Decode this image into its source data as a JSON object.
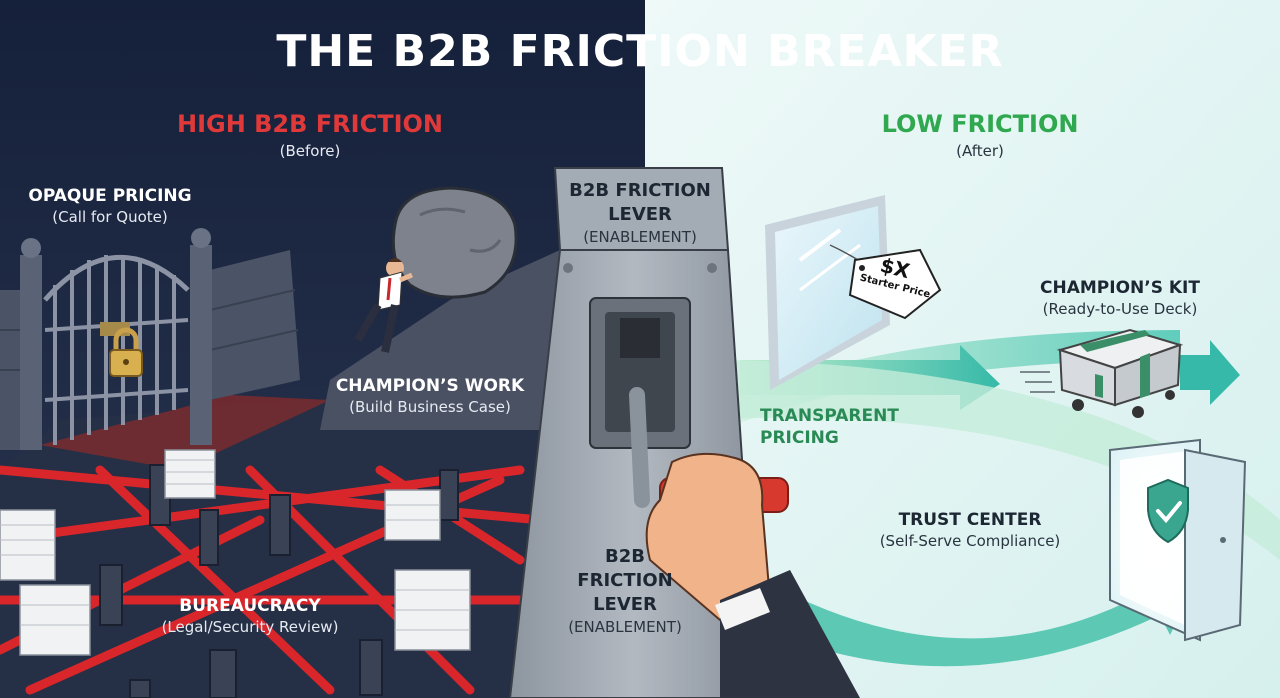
{
  "title": "THE B2B FRICTION BREAKER",
  "left": {
    "header": "HIGH B2B FRICTION",
    "header_sub": "(Before)",
    "items": [
      {
        "label": "OPAQUE PRICING",
        "sub": "(Call for Quote)"
      },
      {
        "label": "CHAMPION’S WORK",
        "sub": "(Build Business Case)"
      },
      {
        "label": "BUREAUCRACY",
        "sub": "(Legal/Security Review)"
      }
    ]
  },
  "lever": {
    "top_label_line1": "B2B FRICTION",
    "top_label_line2": "LEVER",
    "top_sub": "(ENABLEMENT)",
    "bottom_line1": "B2B",
    "bottom_line2": "FRICTION",
    "bottom_line3": "LEVER",
    "bottom_sub": "(ENABLEMENT)"
  },
  "right": {
    "header": "LOW FRICTION",
    "header_sub": "(After)",
    "price_tag": {
      "price": "$X",
      "caption": "Starter Price"
    },
    "items": [
      {
        "label_line1": "TRANSPARENT",
        "label_line2": "PRICING"
      },
      {
        "label": "CHAMPION’S KIT",
        "sub": "(Ready-to-Use Deck)"
      },
      {
        "label": "TRUST CENTER",
        "sub": "(Self-Serve Compliance)"
      }
    ]
  },
  "colors": {
    "left_bg": "#1f2b45",
    "right_bg": "#e8f6f6",
    "high_friction_red": "#e0393a",
    "low_friction_green": "#2fa84f",
    "red_tape": "#d9262b",
    "lever_gray": "#9aa2ab",
    "arrow_teal": "#3fbfa0"
  },
  "icons": [
    "padlock-icon",
    "gate-icon",
    "boulder-icon",
    "paper-stack-icon",
    "price-tag-icon",
    "window-icon",
    "gift-box-icon",
    "door-icon",
    "shield-check-icon",
    "hand-icon",
    "arrow-icon"
  ]
}
